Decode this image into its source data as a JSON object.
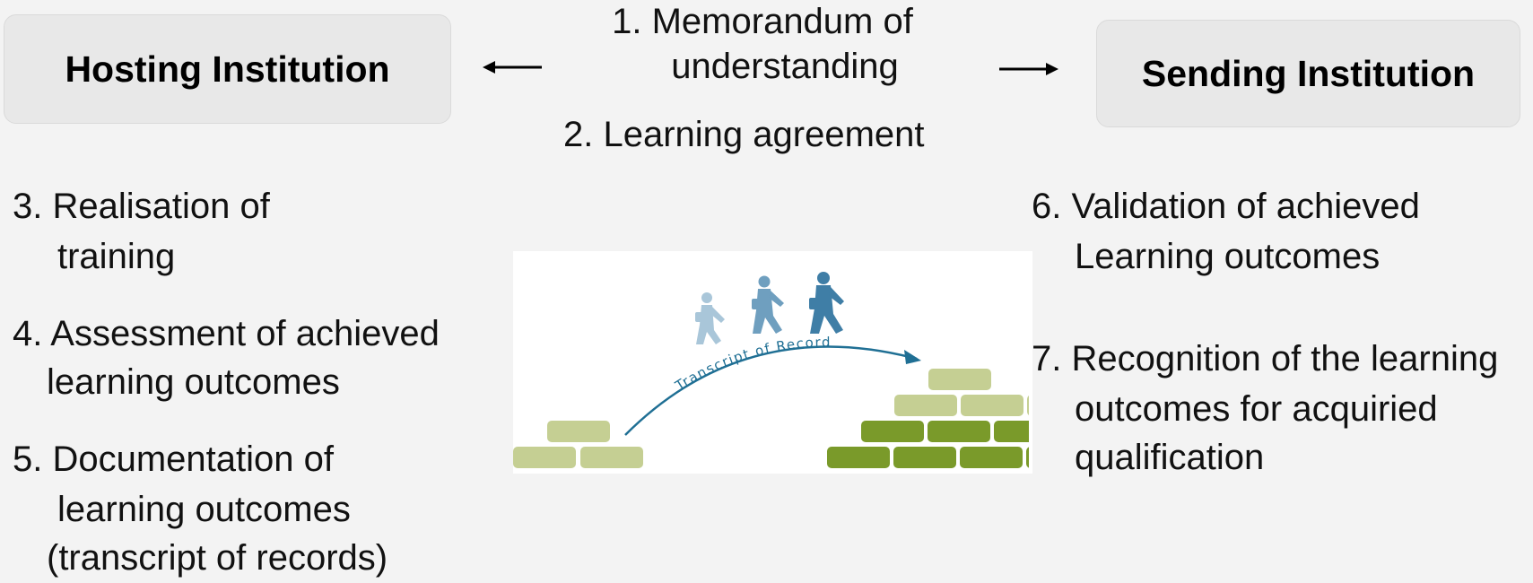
{
  "hosting_institution": "Hosting Institution",
  "sending_institution": "Sending Institution",
  "steps": {
    "s1_line1": "1.   Memorandum of",
    "s1_line2": "understanding",
    "s2": "2. Learning agreement",
    "s3_line1": "3. Realisation of",
    "s3_line2": "training",
    "s4_line1": "4. Assessment of  achieved",
    "s4_line2": "learning outcomes",
    "s5_line1": "5. Documentation of",
    "s5_line2": "learning outcomes",
    "s5_line3": "(transcript of records)",
    "s6_line1": "6. Validation of achieved",
    "s6_line2": "Learning outcomes",
    "s7_line1": "7. Recognition of the learning",
    "s7_line2": "outcomes for acquiried",
    "s7_line3": "qualification"
  },
  "figure": {
    "arc_label": "Transcript of Record",
    "colors": {
      "light_brick": "#c5cf93",
      "dark_brick": "#7a9a2a",
      "arc": "#1f6f94",
      "walker": "#3f7ea6"
    }
  }
}
